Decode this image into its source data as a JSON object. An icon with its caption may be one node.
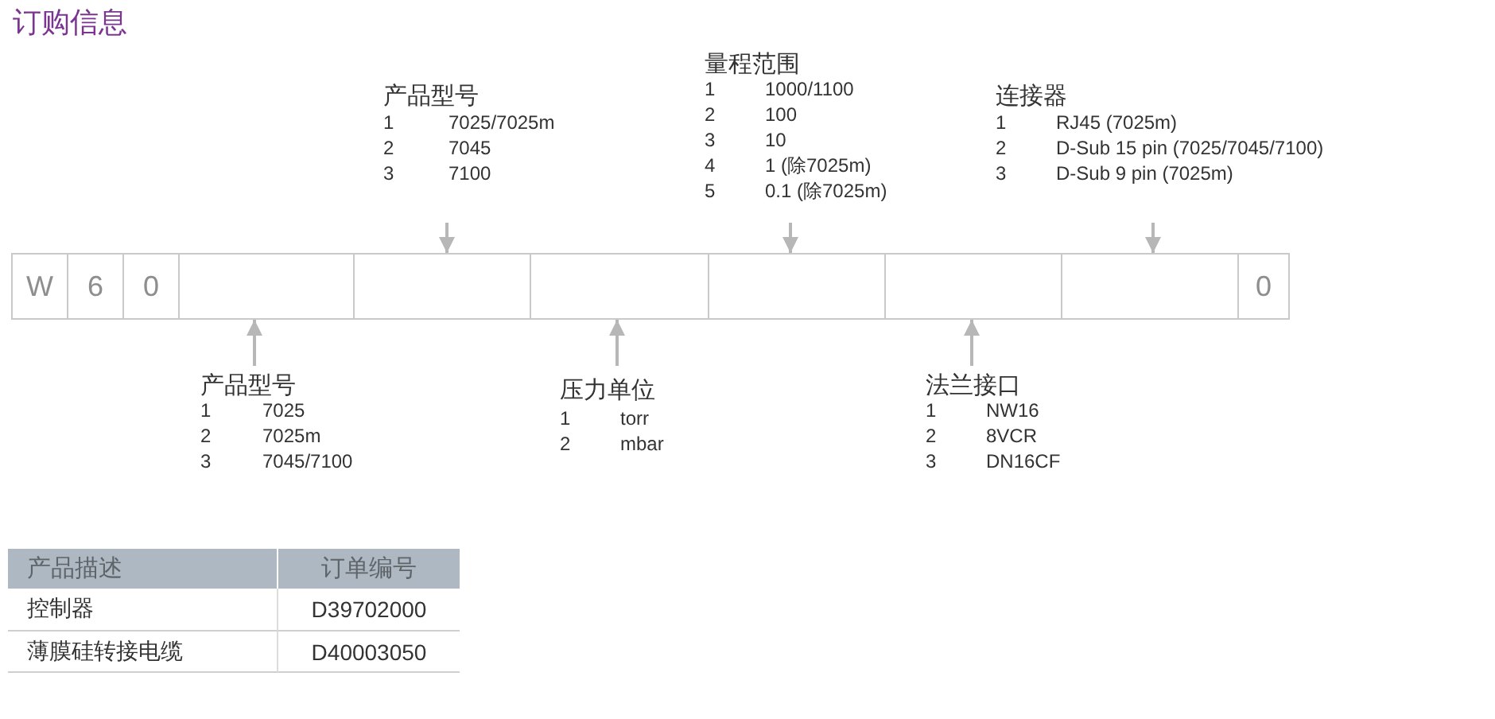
{
  "diagram": {
    "title": "订购信息",
    "nodes": [
      {
        "text": [
          "产品型号",
          "1",
          "7025/7025m",
          "2",
          "7045",
          "3",
          "7100"
        ]
      },
      {
        "text": [
          "量程范围",
          "1",
          "1000/1100",
          "2",
          "100",
          "3",
          "10",
          "4",
          "1 (除7025m)",
          "5",
          "0.1 (除7025m)"
        ]
      },
      {
        "text": [
          "连接器",
          "1",
          "RJ45 (7025m)",
          "2",
          "D-Sub 15 pin (7025/7045/7100)",
          "3",
          "D-Sub 9 pin (7025m)"
        ]
      },
      {
        "text": [
          "W"
        ]
      },
      {
        "text": [
          "6"
        ]
      },
      {
        "text": [
          "0"
        ]
      },
      {
        "text": [],
        "shape": "box"
      },
      {
        "text": [],
        "shape": "box"
      },
      {
        "text": [],
        "shape": "box"
      },
      {
        "text": [],
        "shape": "box"
      },
      {
        "text": [],
        "shape": "box"
      },
      {
        "text": [],
        "shape": "box"
      },
      {
        "text": [
          "0"
        ]
      },
      {
        "text": [
          "产品型号",
          "1",
          "7025",
          "2",
          "7025m",
          "3",
          "7045/7100"
        ]
      },
      {
        "text": [
          "压力单位",
          "1",
          "torr",
          "2",
          "mbar"
        ]
      },
      {
        "text": [
          "法兰接口",
          "1",
          "NW16",
          "2",
          "8VCR",
          "3",
          "DN16CF"
        ]
      }
    ],
    "edges": [
      {
        "from": 0,
        "to": 7,
        "arrow": "to"
      },
      {
        "from": 1,
        "to": 9,
        "arrow": "to"
      },
      {
        "from": 2,
        "to": 11,
        "arrow": "to"
      },
      {
        "from": 13,
        "to": 6,
        "arrow": "to"
      },
      {
        "from": 14,
        "to": 8,
        "arrow": "to"
      },
      {
        "from": 15,
        "to": 10,
        "arrow": "to"
      }
    ],
    "labels": [
      "产品描述",
      "订单编号",
      "控制器",
      "D39702000",
      "薄膜硅转接电缆",
      "D40003050"
    ]
  }
}
